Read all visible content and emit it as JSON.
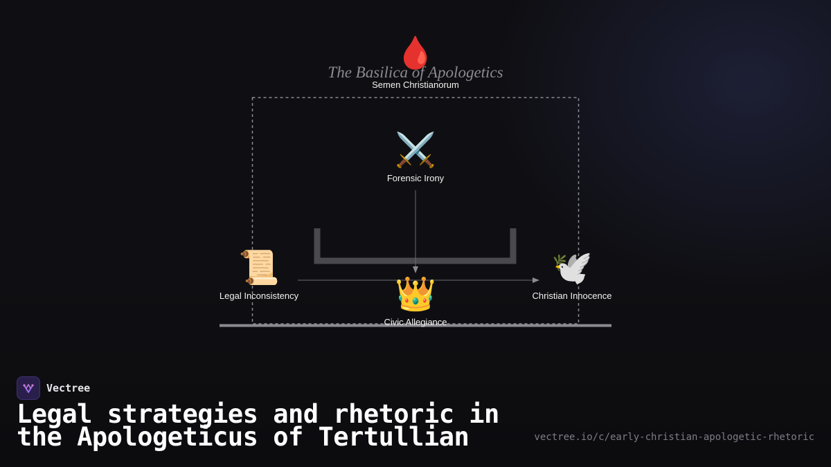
{
  "diagram": {
    "title": "The Basilica of Apologetics",
    "subtitle": "Semen Christianorum",
    "top_icon": "🩸",
    "nodes": {
      "forensic": {
        "icon": "⚔️",
        "label": "Forensic Irony"
      },
      "legal": {
        "icon": "📜",
        "label": "Legal Inconsistency"
      },
      "civic": {
        "icon": "👑",
        "label": "Civic Allegiance"
      },
      "christian": {
        "icon": "🕊️",
        "label": "Christian Innocence"
      }
    }
  },
  "brand": {
    "name": "Vectree"
  },
  "headline": "Legal strategies and rhetoric in the Apologeticus of Tertullian",
  "url": "vectree.io/c/early-christian-apologetic-rhetoric",
  "colors": {
    "background": "#0f0f13",
    "accent": "#7b5cd6"
  }
}
